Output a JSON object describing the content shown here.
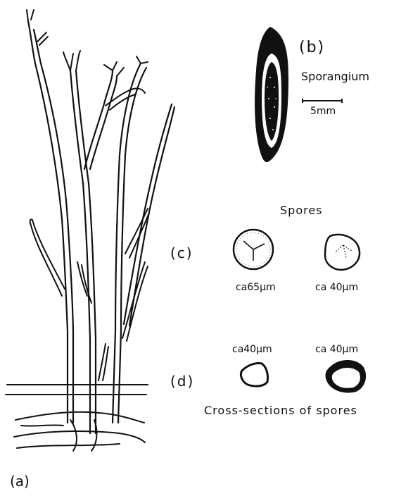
{
  "figure": {
    "panel_a": {
      "label": "(a)"
    },
    "panel_b": {
      "label": "(b)",
      "title": "Sporangium",
      "scale_label": "5mm"
    },
    "panel_c": {
      "heading": "Spores",
      "label": "(c)",
      "spore_left_size": "ca65μm",
      "spore_right_size": "ca 40μm"
    },
    "panel_d": {
      "label": "(d)",
      "section_left_size": "ca40μm",
      "section_right_size": "ca 40μm",
      "caption": "Cross-sections of spores"
    },
    "colors": {
      "ink": "#111111",
      "paper": "#ffffff"
    }
  }
}
